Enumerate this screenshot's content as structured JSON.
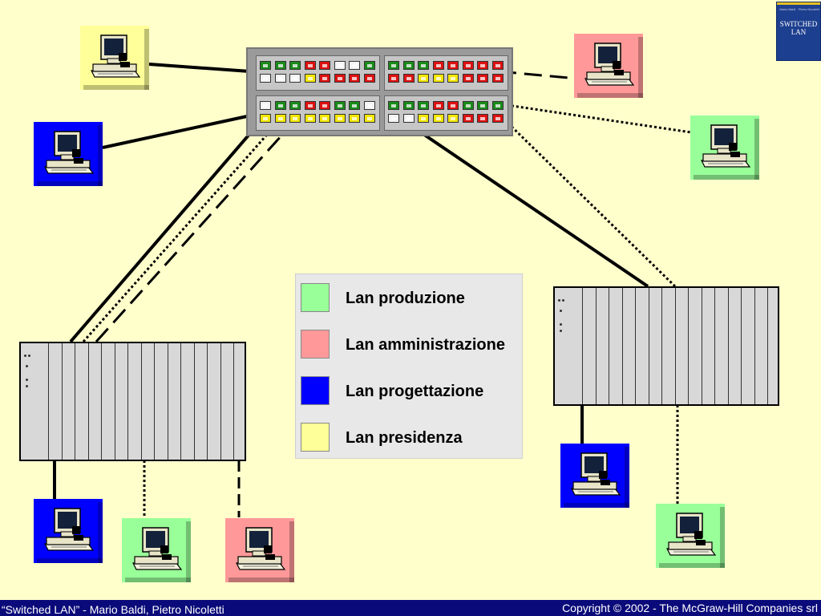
{
  "colors": {
    "background": "#FFFFCC",
    "produzione": "#99FF99",
    "amministrazione": "#FF9999",
    "progettazione": "#0000FF",
    "presidenza": "#FFFF99",
    "footer": "#0A0A7A",
    "port_green": "#1a8a1a",
    "port_red": "#dd1111",
    "port_yellow": "#f2e600",
    "port_white": "#f4f4f4"
  },
  "legend": {
    "items": [
      {
        "label": "Lan produzione",
        "color": "#99FF99"
      },
      {
        "label": "Lan amministrazione",
        "color": "#FF9999"
      },
      {
        "label": "Lan progettazione",
        "color": "#0000FF"
      },
      {
        "label": "Lan presidenza",
        "color": "#FFFF99"
      }
    ]
  },
  "book": {
    "authors": "Mario Baldi · Pietro Nicoletti",
    "title_line1": "SWITCHED",
    "title_line2": "LAN"
  },
  "footer": {
    "left": "“Switched LAN” - Mario Baldi, Pietro Nicoletti",
    "right": "Copyright © 2002 - The McGraw-Hill Companies srl"
  },
  "icons": {
    "workstation": "computer-icon",
    "switch": "switch-icon",
    "hub": "hub-icon"
  }
}
